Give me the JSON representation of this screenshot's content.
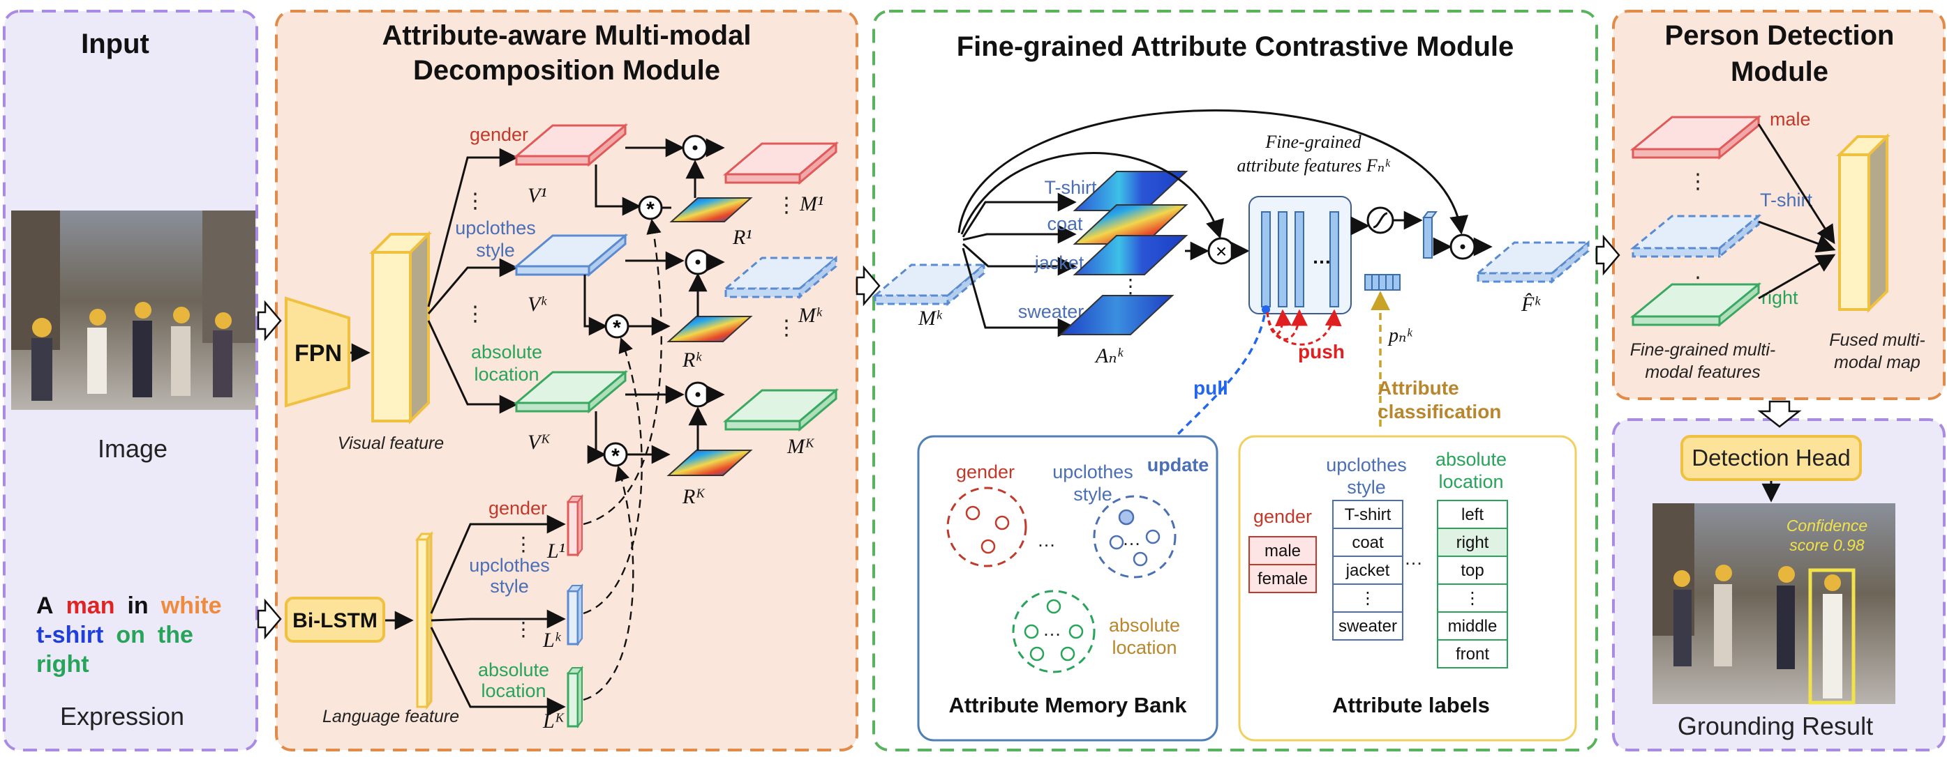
{
  "panels": {
    "input": "Input",
    "decomposition": "Attribute-aware Multi-modal\nDecomposition Module",
    "contrastive": "Fine-grained Attribute Contrastive Module",
    "detection": "Person Detection\nModule"
  },
  "input": {
    "image_caption": "Image",
    "expression_caption": "Expression",
    "expression_words": [
      {
        "text": "A",
        "color": "#111111"
      },
      {
        "text": "man",
        "color": "#e02424"
      },
      {
        "text": "in",
        "color": "#111111"
      },
      {
        "text": "white",
        "color": "#f08a3c"
      },
      {
        "text": "t-shirt",
        "color": "#1f3fd8"
      },
      {
        "text": "on",
        "color": "#27a35a"
      },
      {
        "text": "the",
        "color": "#27a35a"
      },
      {
        "text": "right",
        "color": "#27a35a"
      }
    ]
  },
  "decomposition": {
    "fpn": "FPN",
    "bilstm": "Bi-LSTM",
    "visual_feature": "Visual feature",
    "language_feature": "Language feature",
    "attr_gender": "gender",
    "attr_upclothes": "upclothes\nstyle",
    "attr_location": "absolute\nlocation",
    "vis_1": "V¹",
    "vis_k": "Vᵏ",
    "vis_K": "Vᴷ",
    "lang_1": "L¹",
    "lang_k": "Lᵏ",
    "lang_K": "Lᴷ",
    "resp_1": "R¹",
    "resp_k": "Rᵏ",
    "resp_K": "Rᴷ",
    "mm_1": "M¹",
    "mm_k": "Mᵏ",
    "mm_K": "Mᴷ",
    "dots": "⋮"
  },
  "contrastive": {
    "input_map": "Mᵏ",
    "attn_maps": "Aₙᵏ",
    "attrs": [
      "T-shirt",
      "coat",
      "jacket",
      "sweater"
    ],
    "fine_grained_label": "Fine-grained\nattribute features Fₙᵏ",
    "prob": "pₙᵏ",
    "output_map": "F̂ᵏ",
    "pull": "pull",
    "push": "push",
    "update": "update",
    "attr_classification": "Attribute\nclassification",
    "memory_bank": {
      "title": "Attribute Memory Bank",
      "gender": "gender",
      "upclothes": "upclothes\nstyle",
      "location": "absolute\nlocation"
    },
    "labels": {
      "title": "Attribute labels",
      "gender_header": "gender",
      "gender_items": [
        "male",
        "female"
      ],
      "upclothes_header": "upclothes\nstyle",
      "upclothes_items": [
        "T-shirt",
        "coat",
        "jacket",
        "⋮",
        "sweater"
      ],
      "location_header": "absolute\nlocation",
      "location_items": [
        "left",
        "right",
        "top",
        "⋮",
        "middle",
        "front"
      ]
    }
  },
  "detection": {
    "male": "male",
    "tshirt": "T-shirt",
    "right": "right",
    "fine_grained": "Fine-grained multi-\nmodal features",
    "fused": "Fused multi-\nmodal map",
    "head": "Detection Head",
    "confidence": "Confidence\nscore 0.98",
    "grounding": "Grounding Result"
  }
}
